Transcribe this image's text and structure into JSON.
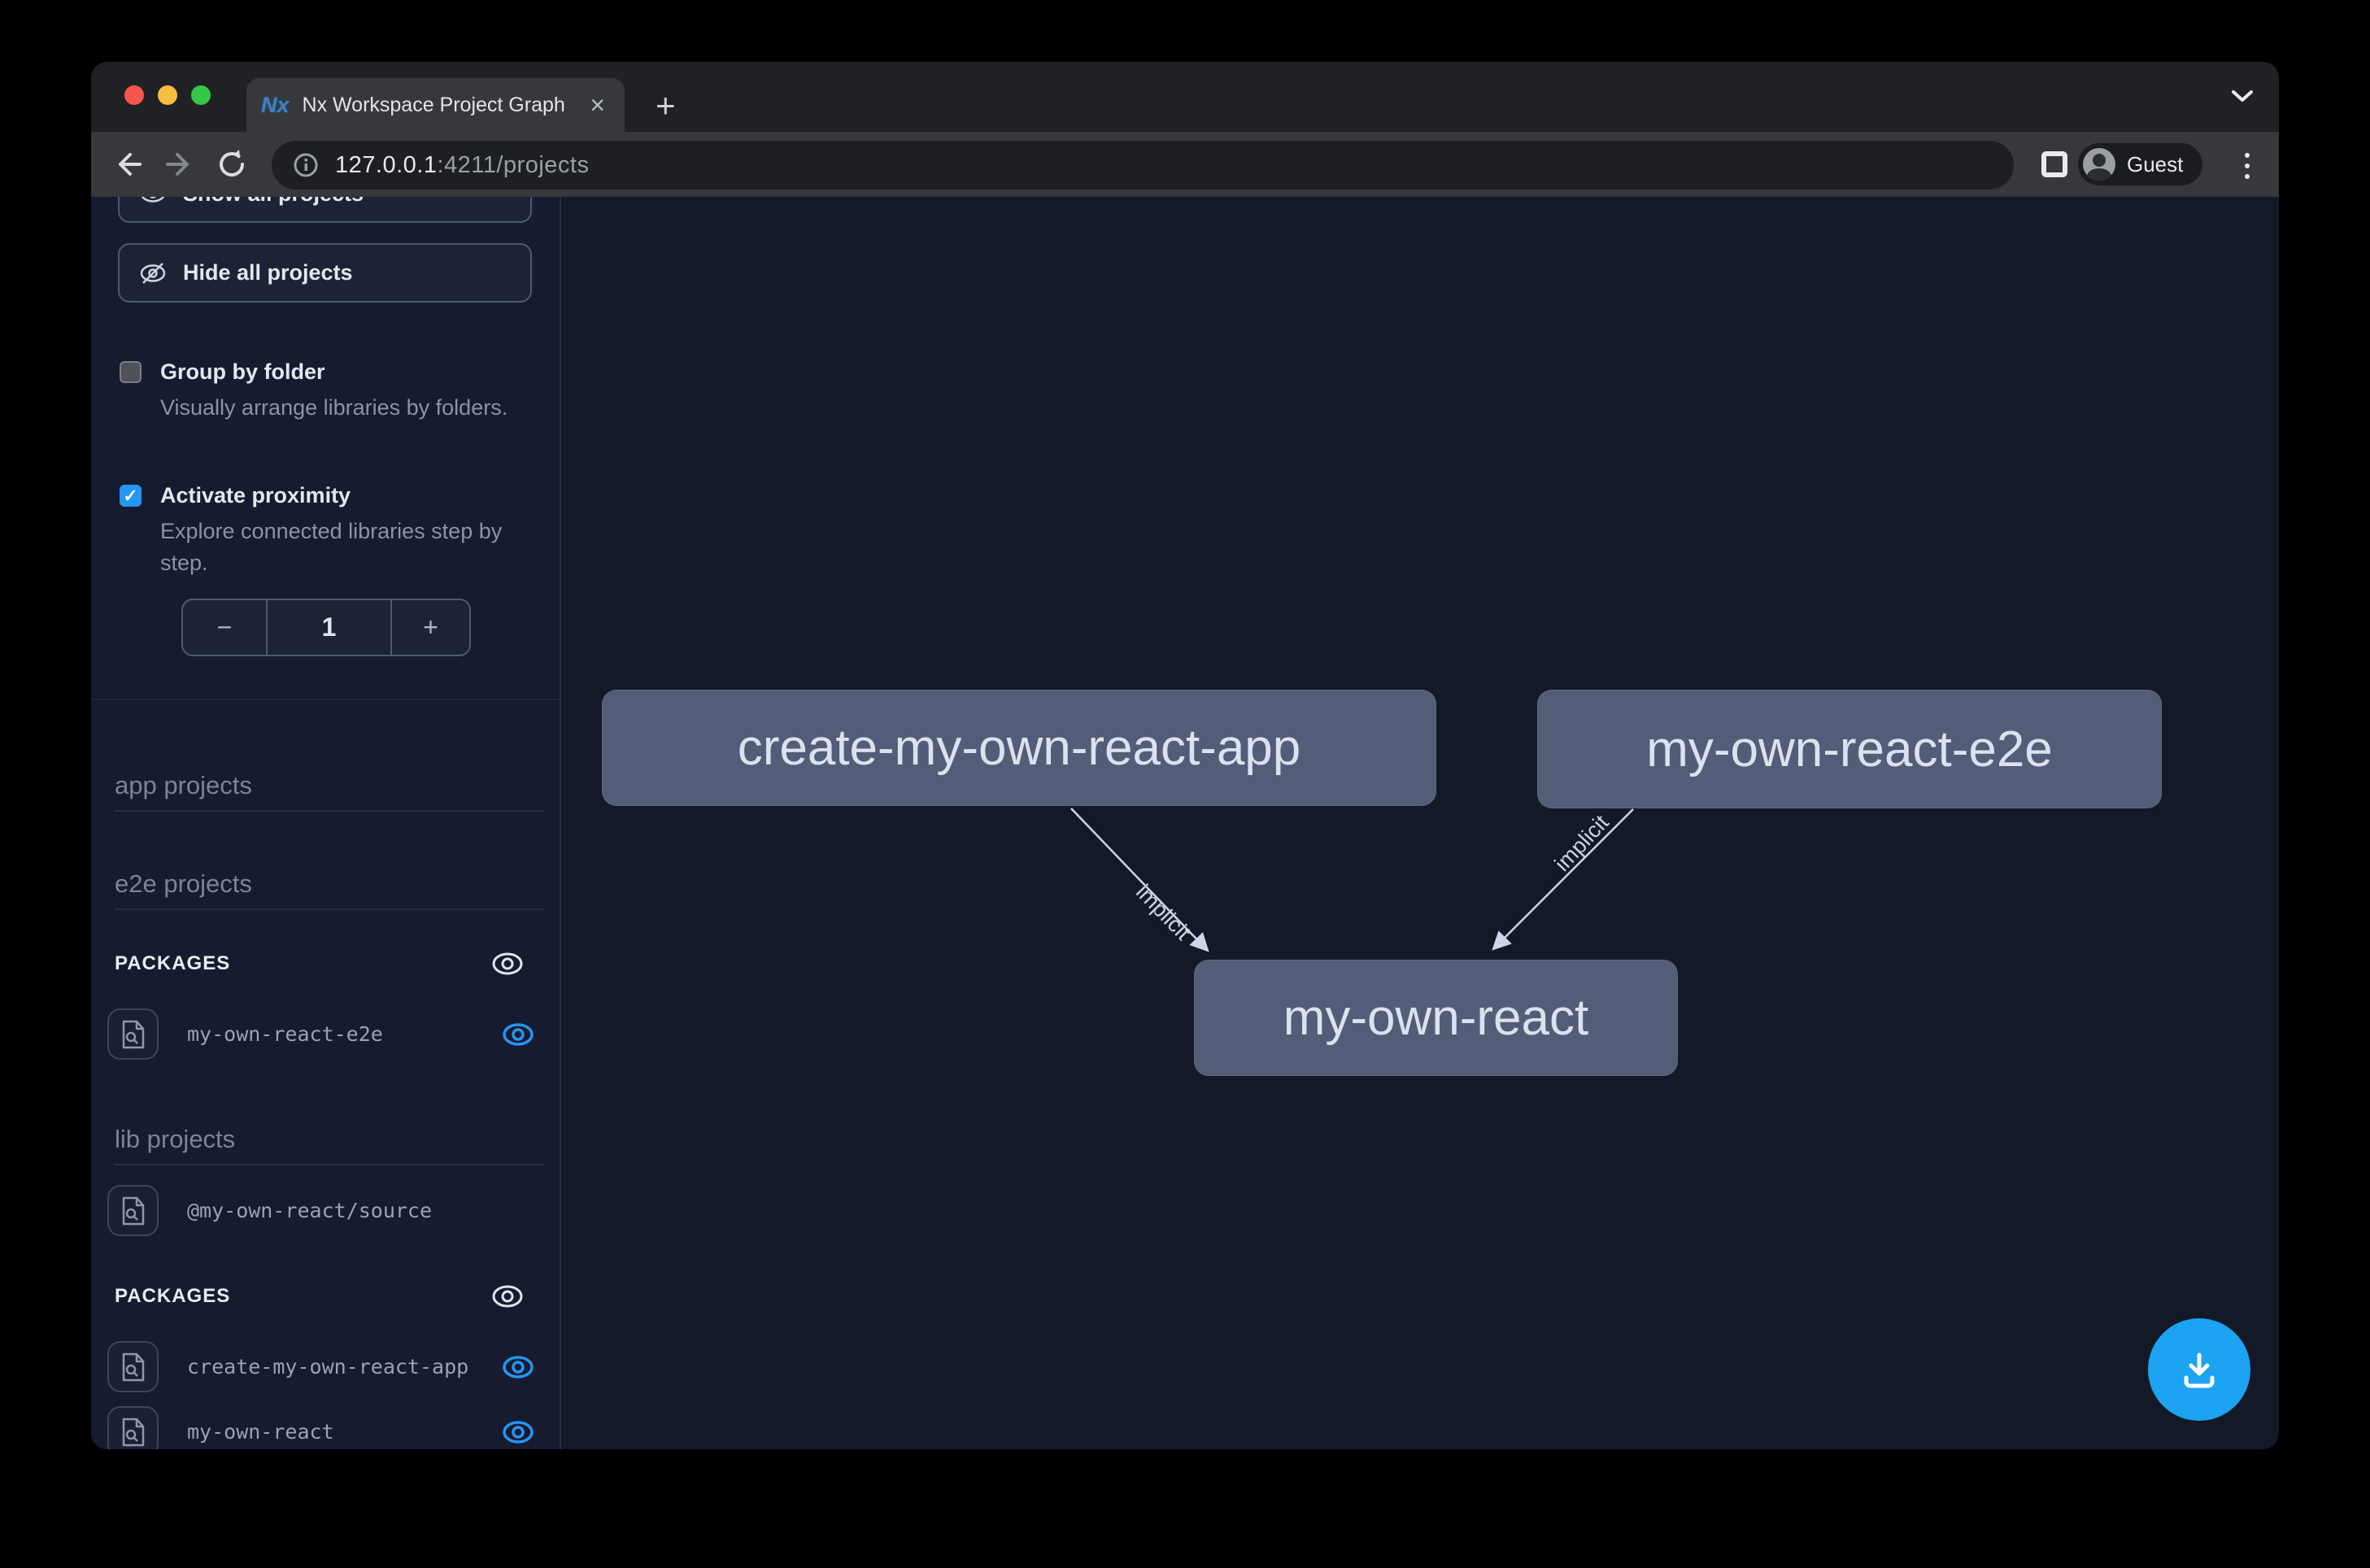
{
  "browser": {
    "tab": {
      "title": "Nx Workspace Project Graph",
      "close_glyph": "×",
      "favicon_text": "Nx"
    },
    "new_tab_glyph": "+",
    "url": {
      "host": "127.0.0.1",
      "path": ":4211/projects"
    },
    "profile_label": "Guest"
  },
  "sidebar": {
    "show_all_button": "Show all projects",
    "hide_all_button": "Hide all projects",
    "options": [
      {
        "label": "Group by folder",
        "description": "Visually arrange libraries by folders.",
        "checked": false
      },
      {
        "label": "Activate proximity",
        "description": "Explore connected libraries step by step.",
        "checked": true,
        "check_glyph": "✓"
      }
    ],
    "depth_stepper": {
      "decrement": "−",
      "value": "1",
      "increment": "+"
    },
    "headings": {
      "app": "app projects",
      "e2e": "e2e projects",
      "lib": "lib projects",
      "packages": "PACKAGES"
    },
    "e2e_package_items": [
      {
        "name": "my-own-react-e2e"
      }
    ],
    "lib_items": [
      {
        "name": "@my-own-react/source"
      }
    ],
    "lib_package_items": [
      {
        "name": "create-my-own-react-app"
      },
      {
        "name": "my-own-react"
      }
    ]
  },
  "graph": {
    "nodes": [
      {
        "label": "create-my-own-react-app"
      },
      {
        "label": "my-own-react-e2e"
      },
      {
        "label": "my-own-react"
      }
    ],
    "edges": [
      {
        "label": "implicit",
        "from": "create-my-own-react-app",
        "to": "my-own-react"
      },
      {
        "label": "implicit",
        "from": "my-own-react-e2e",
        "to": "my-own-react"
      }
    ]
  },
  "colors": {
    "accent_blue": "#2596f3",
    "node_fill": "#535d77",
    "canvas_bg": "#141928",
    "traffic_red": "#f5564e",
    "traffic_yellow": "#f6bd3e",
    "traffic_green": "#34c748"
  }
}
